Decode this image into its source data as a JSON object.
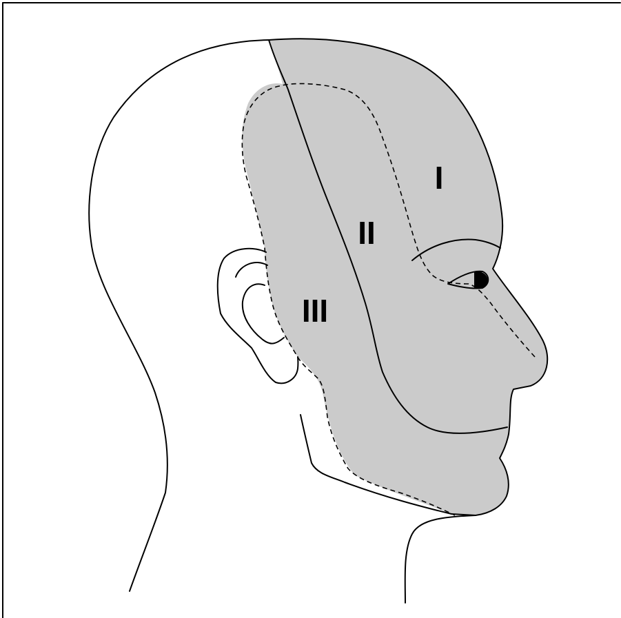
{
  "zones": [
    {
      "id": "zone-1",
      "label": "I"
    },
    {
      "id": "zone-2",
      "label": "II"
    },
    {
      "id": "zone-3",
      "label": "III"
    }
  ],
  "colors": {
    "shading": "#cbcbcb",
    "outline": "#000000",
    "background": "#ffffff"
  }
}
